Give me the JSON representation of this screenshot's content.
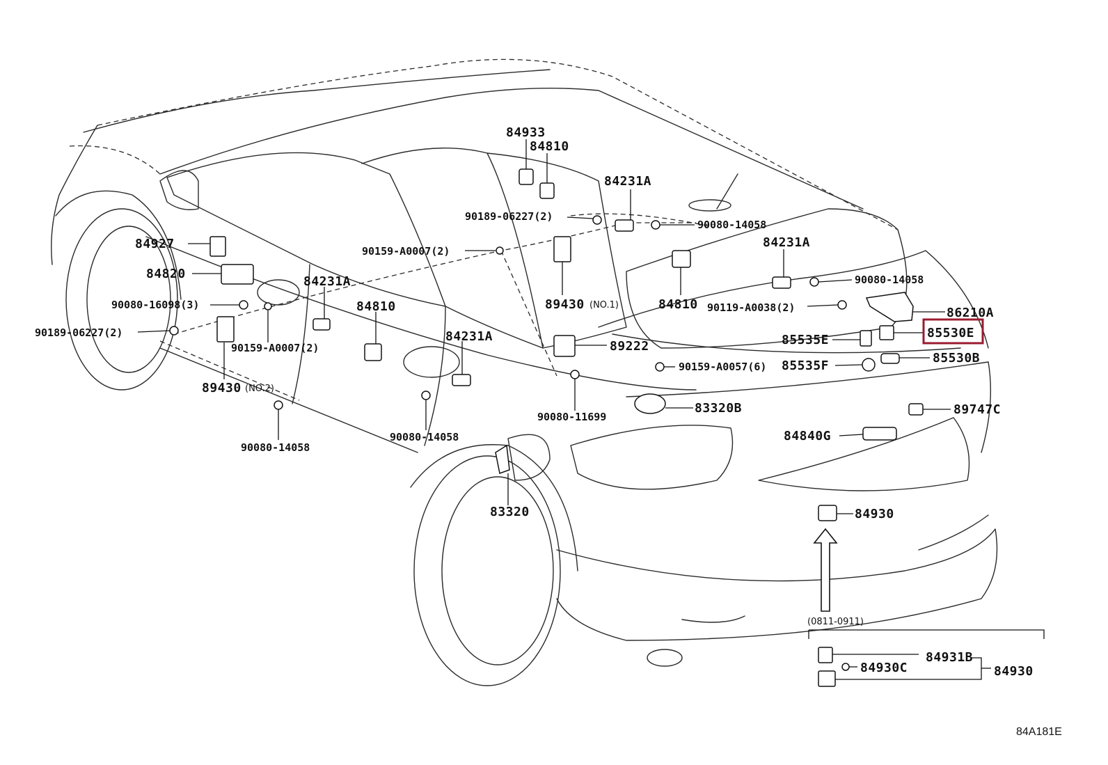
{
  "labels": {
    "l84933": "84933",
    "l84810a": "84810",
    "l84231a_top": "84231A",
    "l90189_top": "90189-06227(2)",
    "l90080_top": "90080-14058",
    "l90159_top": "90159-A0007(2)",
    "l84927": "84927",
    "l84820": "84820",
    "l90080_16098": "90080-16098(3)",
    "l84231a_left": "84231A",
    "l84810_mid": "84810",
    "l84231a_right": "84231A",
    "l90080_right": "90080-14058",
    "l89430_no1": "89430",
    "no1": "(NO.1)",
    "l84810_right": "84810",
    "l90119": "90119-A0038(2)",
    "l86210a": "86210A",
    "l90189_left": "90189-06227(2)",
    "l90159_mid": "90159-A0007(2)",
    "l84231a_mid": "84231A",
    "l89222": "89222",
    "l85535e": "85535E",
    "l85530e": "85530E",
    "l90159_a0057": "90159-A0057(6)",
    "l85535f": "85535F",
    "l85530b": "85530B",
    "l89430_no2": "89430",
    "no2": "(NO.2)",
    "l90080_11699": "90080-11699",
    "l83320b": "83320B",
    "l89747c": "89747C",
    "l90080_bottom_left": "90080-14058",
    "l90080_bottom_mid": "90080-14058",
    "l84840g": "84840G",
    "l83320": "83320",
    "l84930": "84930",
    "date_range": "(0811-0911)",
    "l84930c": "84930C",
    "l84931b": "84931B",
    "l84930_group": "84930",
    "ref_code": "84A181E"
  },
  "colors": {
    "highlight": "#9b1b30",
    "ink": "#111111"
  }
}
